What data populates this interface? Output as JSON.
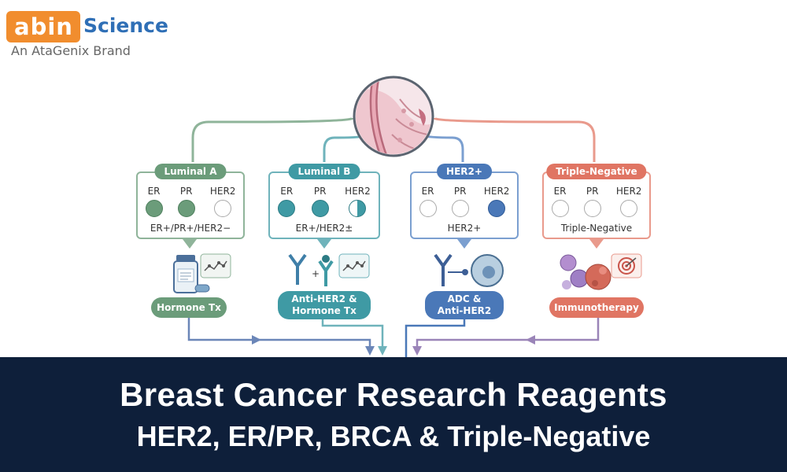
{
  "logo": {
    "mark": "abin",
    "name": "Science",
    "tagline": "An AtaGenix Brand"
  },
  "subtypes": [
    {
      "label": "Luminal A",
      "markers": [
        {
          "name": "ER",
          "state": "positive"
        },
        {
          "name": "PR",
          "state": "positive"
        },
        {
          "name": "HER2",
          "state": "negative"
        }
      ],
      "status": "ER+/PR+/HER2−",
      "therapy": "Hormone Tx",
      "color": "#6b9c7a"
    },
    {
      "label": "Luminal B",
      "markers": [
        {
          "name": "ER",
          "state": "positive"
        },
        {
          "name": "PR",
          "state": "positive"
        },
        {
          "name": "HER2",
          "state": "partial"
        }
      ],
      "status": "ER+/HER2±",
      "therapy": "Anti-HER2 &\nHormone Tx",
      "color": "#3f9aa4"
    },
    {
      "label": "HER2+",
      "markers": [
        {
          "name": "ER",
          "state": "negative"
        },
        {
          "name": "PR",
          "state": "negative"
        },
        {
          "name": "HER2",
          "state": "positive"
        }
      ],
      "status": "HER2+",
      "therapy": "ADC &\nAnti-HER2",
      "color": "#4a78b8"
    },
    {
      "label": "Triple-Negative",
      "markers": [
        {
          "name": "ER",
          "state": "negative"
        },
        {
          "name": "PR",
          "state": "negative"
        },
        {
          "name": "HER2",
          "state": "negative"
        }
      ],
      "status": "Triple-Negative",
      "therapy": "Immunotherapy",
      "color": "#e07563"
    }
  ],
  "icons": [
    "medication-bottle-icon",
    "antibody-icon",
    "adc-icon",
    "immune-cells-icon",
    "molecule-icon",
    "target-icon",
    "breast-tissue-icon"
  ],
  "banner": {
    "title": "Breast Cancer Research Reagents",
    "subtitle": "HER2, ER/PR, BRCA & Triple-Negative"
  }
}
